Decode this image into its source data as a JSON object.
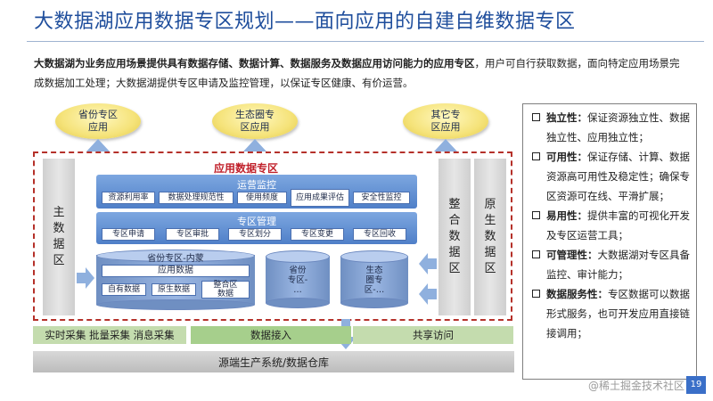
{
  "title": "大数据湖应用数据专区规划——面向应用的自建自维数据专区",
  "intro": {
    "bold": "大数据湖为业务应用场景提供具有数据存储、数据计算、数据服务及数据应用访问能力的应用专区",
    "rest": "，用户可自行获取数据，面向特定应用场景完成数据加工处理；大数据湖提供专区申请及监控管理，以保证专区健康、有价运营。"
  },
  "ovals": {
    "a": "省份专区\n应用",
    "b": "生态圈专\n区应用",
    "c": "其它专\n区应用"
  },
  "zone_title": "应用数据专区",
  "left_col": "主\n数\n据\n区",
  "right_cols": {
    "a": "整\n合\n数\n据\n区",
    "b": "原\n生\n数\n据\n区"
  },
  "ops": {
    "title": "运营监控",
    "chips": [
      "资源利用率",
      "数据处理规范性",
      "使用频度",
      "应用成果评估",
      "安全性监控"
    ]
  },
  "mgmt": {
    "title": "专区管理",
    "chips": [
      "专区申请",
      "专区审批",
      "专区划分",
      "专区变更",
      "专区回收"
    ]
  },
  "cylinders": {
    "main_title": "省份专区-内蒙",
    "app_data": "应用数据",
    "sub": [
      "自有数据",
      "原生数据",
      "整合区\n数据"
    ],
    "c2": "省份\n专区-\n…",
    "c3": "生态\n圈专\n区-…"
  },
  "bottom": {
    "collect": "实时采集  批量采集  消息采集",
    "ingest": "数据接入",
    "share": "共享访问",
    "source": "源端生产系统/数据仓库"
  },
  "features": [
    {
      "name": "独立性：",
      "desc": "保证资源独立性、数据独立性、应用独立性；"
    },
    {
      "name": "可用性：",
      "desc": "保证存储、计算、数据资源高可用性及稳定性；确保专区资源可在线、平滑扩展；"
    },
    {
      "name": "易用性：",
      "desc": "提供丰富的可视化开发及专区运营工具；"
    },
    {
      "name": "可管理性：",
      "desc": "大数据湖对专区具备监控、审计能力；"
    },
    {
      "name": "数据服务性：",
      "desc": "专区数据可以数据形式服务，也可开发应用直接链接调用；"
    }
  ],
  "watermark": "@稀土掘金技术社区",
  "page_no": "19"
}
